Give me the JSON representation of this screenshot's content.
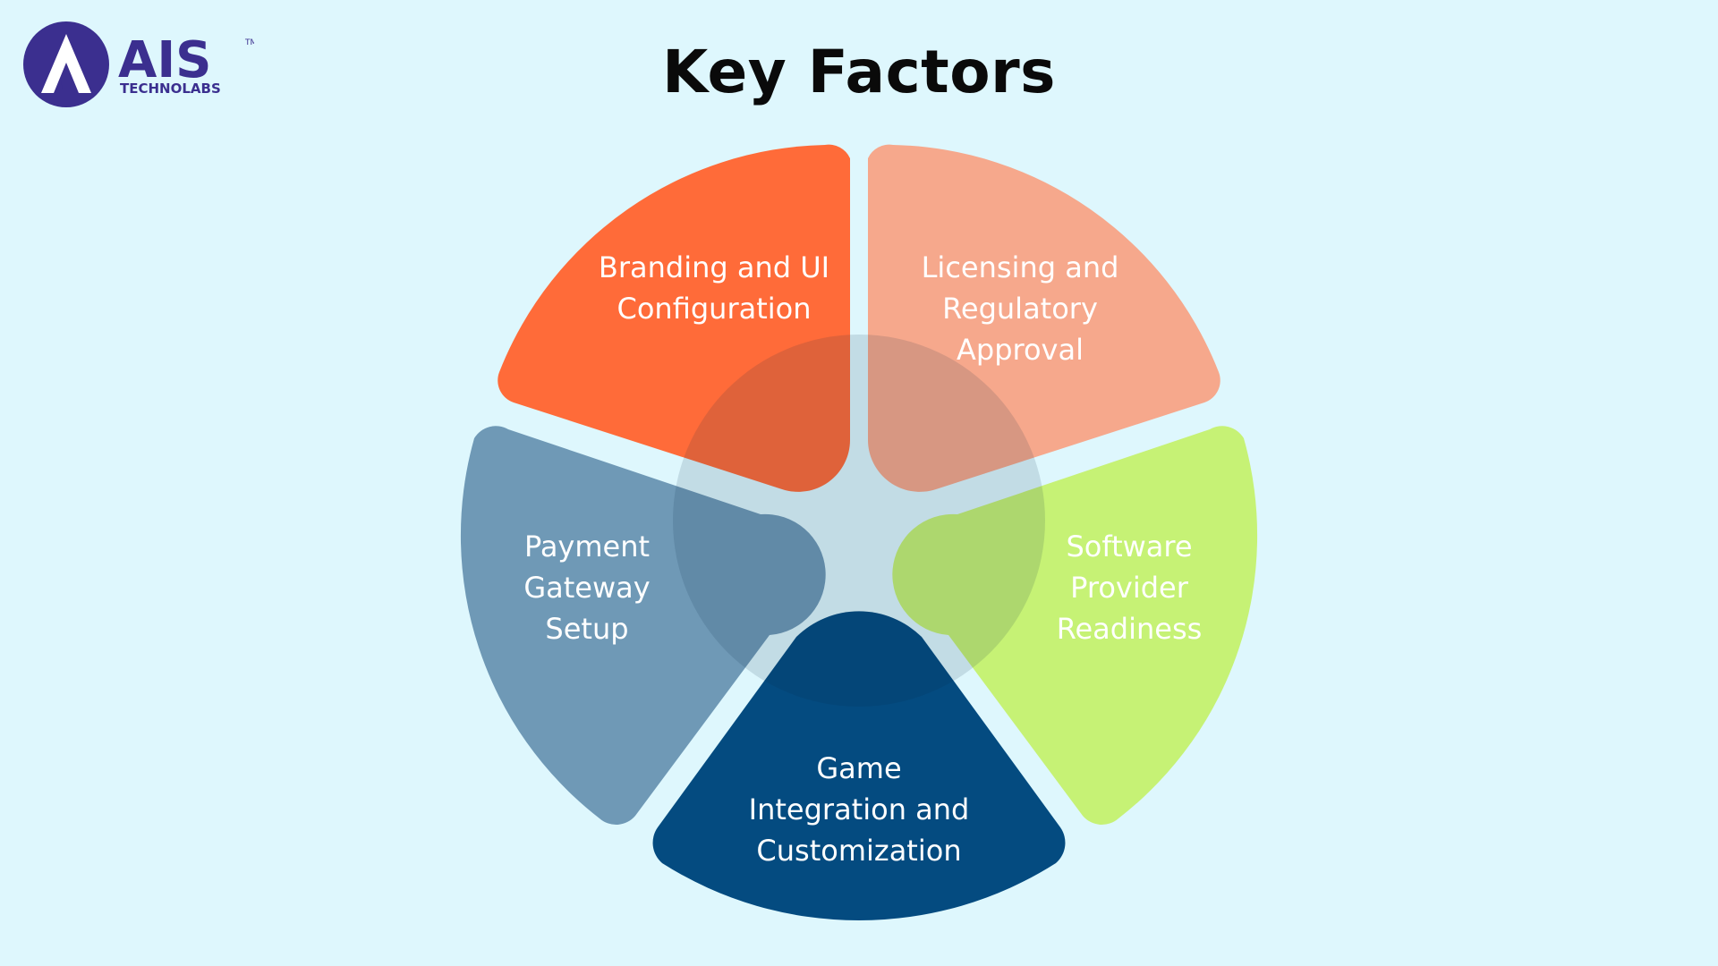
{
  "logo": {
    "icon": "ais-a-logo-icon",
    "brand": "AIS",
    "tagline": "TECHNOLABS",
    "trademark": "TM",
    "color": "#3b2f8f"
  },
  "title": "Key Factors",
  "segments": [
    {
      "id": "branding",
      "lines": [
        "Branding and UI",
        "Configuration"
      ],
      "color": "#ff6b39"
    },
    {
      "id": "licensing",
      "lines": [
        "Licensing and",
        "Regulatory",
        "Approval"
      ],
      "color": "#f6a88c"
    },
    {
      "id": "software",
      "lines": [
        "Software",
        "Provider",
        "Readiness"
      ],
      "color": "#c6f275"
    },
    {
      "id": "game",
      "lines": [
        "Game",
        "Integration and",
        "Customization"
      ],
      "color": "#044b80"
    },
    {
      "id": "payment",
      "lines": [
        "Payment",
        "Gateway",
        "Setup"
      ],
      "color": "#6f99b6"
    }
  ]
}
